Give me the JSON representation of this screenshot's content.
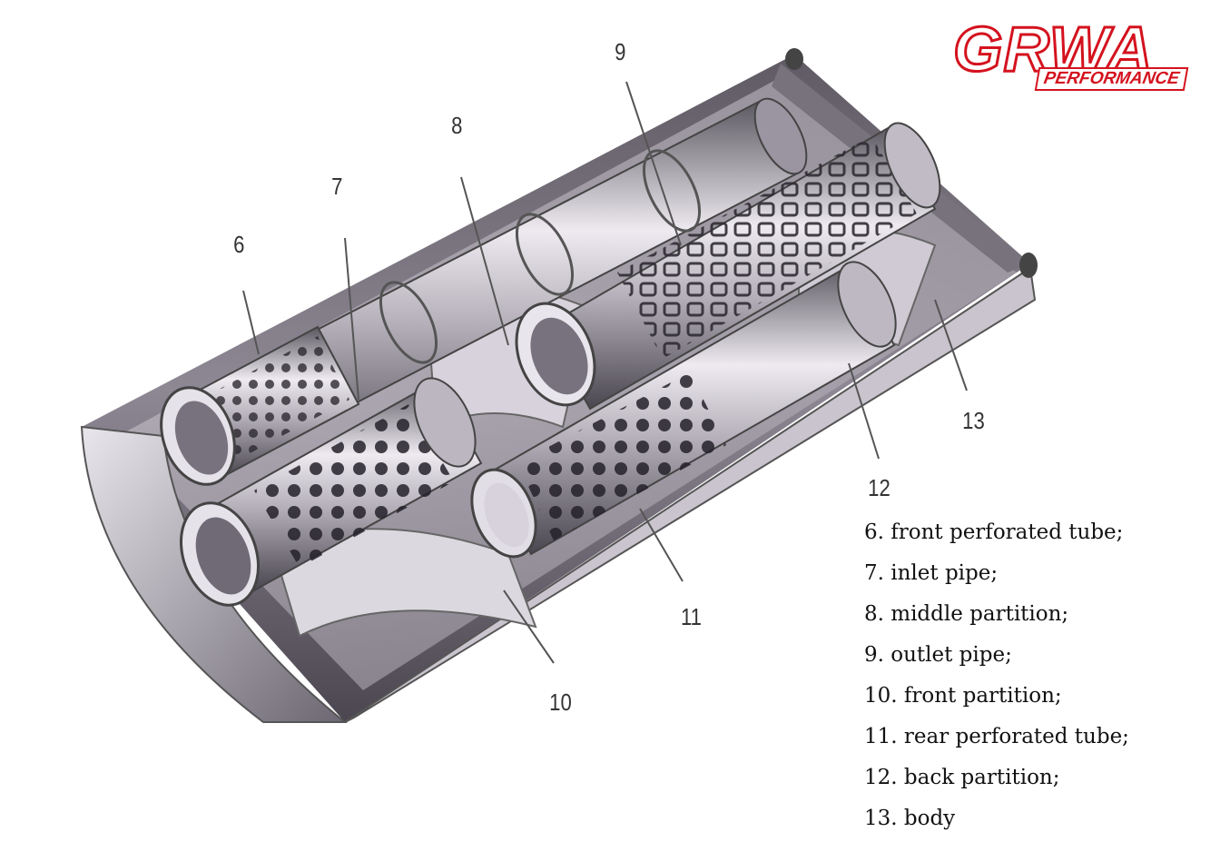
{
  "brand": {
    "name": "GRWA",
    "tagline": "PERFORMANCE",
    "color": "#d4121e"
  },
  "callouts": [
    "6",
    "7",
    "8",
    "9",
    "10",
    "11",
    "12",
    "13"
  ],
  "legend": [
    "6. front perforated tube;",
    "7. inlet pipe;",
    "8. middle partition;",
    "9. outlet pipe;",
    "10. front partition;",
    "11. rear perforated tube;",
    "12. back partition;",
    "13. body"
  ]
}
